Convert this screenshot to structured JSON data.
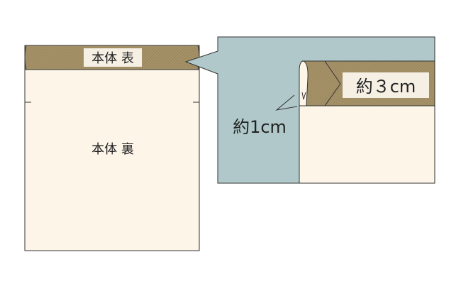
{
  "labels": {
    "front": "本体 表",
    "back": "本体 裏",
    "fold_width": "約３cm",
    "gap": "約1cm"
  },
  "colors": {
    "fabric_back": "#fcf5e8",
    "fabric_front": "#a69268",
    "callout_bg": "#b0c8c9",
    "outline": "#333333"
  }
}
